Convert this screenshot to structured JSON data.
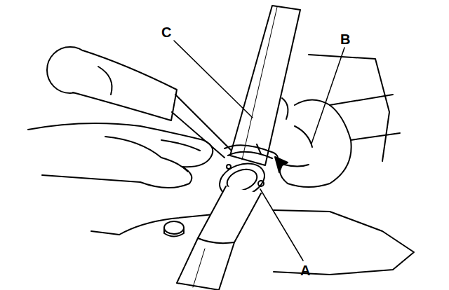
{
  "diagram": {
    "labels": [
      "C",
      "B",
      "A"
    ]
  }
}
